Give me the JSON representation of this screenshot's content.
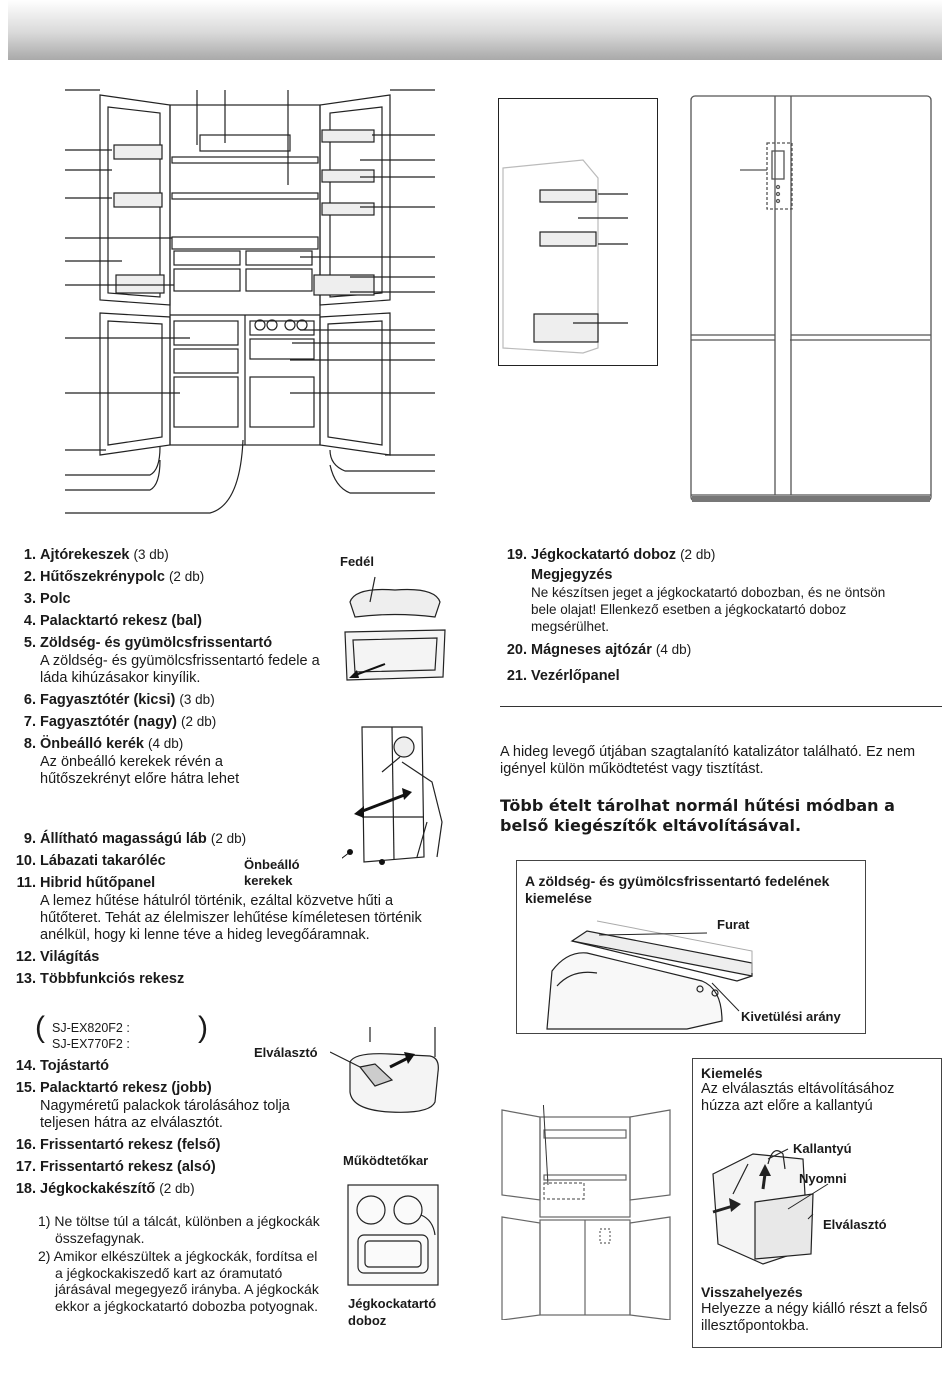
{
  "items_left": [
    {
      "num": "1.",
      "title": "Ajtórekeszek",
      "count": "(3 db)"
    },
    {
      "num": "2.",
      "title": "Hűtőszekrénypolc",
      "count": "(2 db)"
    },
    {
      "num": "3.",
      "title": "Polc",
      "count": ""
    },
    {
      "num": "4.",
      "title": "Palacktartó rekesz (bal)",
      "count": ""
    },
    {
      "num": "5.",
      "title": "Zöldség- és gyümölcsfrissentartó",
      "count": "",
      "desc": "A zöldség- és gyümölcsfrissentartó fedele a láda kihúzásakor kinyílik."
    },
    {
      "num": "6.",
      "title": "Fagyasztótér (kicsi)",
      "count": "(3 db)"
    },
    {
      "num": "7.",
      "title": "Fagyasztótér (nagy)",
      "count": "(2 db)"
    },
    {
      "num": "8.",
      "title": "Önbeálló kerék",
      "count": "(4 db)",
      "desc": "Az önbeálló kerekek révén a hűtőszekrényt előre hátra lehet"
    }
  ],
  "items_left2": [
    {
      "num": "9.",
      "title": "Állítható magasságú láb",
      "count": "(2 db)"
    },
    {
      "num": "10.",
      "title": "Lábazati takaróléc",
      "count": ""
    },
    {
      "num": "11.",
      "title": "Hibrid hűtőpanel",
      "count": "",
      "desc": "A lemez hűtése hátulról történik, ezáltal közvetve hűti a hűtőteret. Tehát az élelmiszer lehűtése kíméletesen történik anélkül, hogy ki lenne téve a hideg levegőáramnak."
    },
    {
      "num": "12.",
      "title": "Világítás",
      "count": ""
    },
    {
      "num": "13.",
      "title": "Többfunkciós rekesz",
      "count": ""
    }
  ],
  "models": [
    "SJ-EX820F2 :",
    "SJ-EX770F2 :"
  ],
  "items_left3": [
    {
      "num": "14.",
      "title": "Tojástartó",
      "count": ""
    },
    {
      "num": "15.",
      "title": "Palacktartó rekesz (jobb)",
      "count": "",
      "desc": "Nagyméretű palackok tárolásához tolja teljesen hátra az elválasztót."
    },
    {
      "num": "16.",
      "title": "Frissentartó rekesz (felső)",
      "count": ""
    },
    {
      "num": "17.",
      "title": "Frissentartó rekesz (alsó)",
      "count": ""
    },
    {
      "num": "18.",
      "title": "Jégkockakészítő",
      "count": "(2 db)"
    }
  ],
  "ice_notes": [
    "1) Ne töltse túl a tálcát, különben a jégkockák összefagynak.",
    "2) Amikor elkészültek a jégkockák, fordítsa el a jégkockakiszedő kart az óramutató járásával megegyező irányba. A jégkockák ekkor a jégkockatartó dobozba potyognak."
  ],
  "items_right": [
    {
      "num": "19.",
      "title": "Jégkockatartó doboz",
      "count": "(2 db)"
    },
    {
      "num": "20.",
      "title": "Mágneses ajtózár",
      "count": "(4 db)"
    },
    {
      "num": "21.",
      "title": "Vezérlőpanel",
      "count": ""
    }
  ],
  "note": {
    "title": "Megjegyzés",
    "text": "Ne készítsen jeget a jégkockatartó dobozban, és ne öntsön bele olajat! Ellenkező esetben a jégkockatartó doboz megsérülhet."
  },
  "catalyst_text": "A hideg levegő útjában szagtalanító katalizátor található. Ez nem igényel külön működtetést vagy tisztítást.",
  "heading": "Több ételt tárolhat normál hűtési módban a belső kiegészítők eltávolításával.",
  "figure_labels": {
    "fedel": "Fedél",
    "onbeallo": "Önbeálló kerekek",
    "elvalaszto": "Elválasztó",
    "mukodteto": "Működtetőkar",
    "jegkockatarto": "Jégkockatartó doboz"
  },
  "cover_box": {
    "title": "A zöldség- és gyümölcsfrissentartó fedelének kiemelése",
    "furat": "Furat",
    "kivetulesi": "Kivetülési arány"
  },
  "kiemeles": {
    "title": "Kiemelés",
    "text": "Az elválasztás eltávolításához húzza azt előre a kallantyú",
    "kallantyu": "Kallantyú",
    "nyomni": "Nyomni",
    "elvalaszto": "Elválasztó"
  },
  "visszahelyezes": {
    "title": "Visszahelyezés",
    "text": "Helyezze a négy kiálló részt a felső illesztőpontokba."
  }
}
